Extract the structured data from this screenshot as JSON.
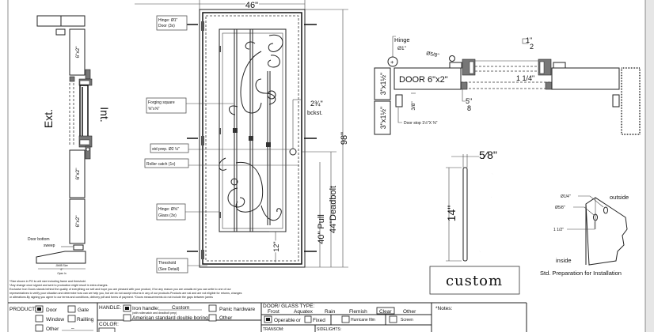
{
  "top_dimension": "46\"",
  "side_section": {
    "exterior_label": "Ext.",
    "interior_label": "Int.",
    "tube_labels": [
      "6\"x2\"",
      "6\"x2\"",
      "6\"x2\""
    ],
    "sweep_label": [
      "Door bottom",
      "sweep"
    ],
    "jamb_label": [
      "JAMB Size",
      "6\"",
      "Open In"
    ]
  },
  "front_elevation": {
    "callouts": {
      "hinge_door": [
        "Hinge: Ø1\"",
        "Door (3x)"
      ],
      "forging_square": [
        "Forging square",
        "⅝\"x⅝\""
      ],
      "std_prep": "std prep. Ø2 ⅛\"",
      "roller_catch": "Roller catch  (1x)",
      "hinge_glass": [
        "Hinge: Ø⅝\"",
        "Glass (3x)"
      ],
      "threshold": [
        "Threshold",
        "(See Detail)"
      ]
    },
    "dimensions": {
      "backset": "2¾\"",
      "backset_label": "bckst.",
      "height": "98\"",
      "pull": "40\" Pull",
      "deadbolt": "44\"Deadbolt",
      "bottom_rail": "12\""
    }
  },
  "plan_view": {
    "hinge": [
      "Hinge",
      "Ø1\""
    ],
    "glass_hinge": "Ø5/8\"",
    "glass_stop": [
      "1\"",
      "2"
    ],
    "door_tube": "DOOR 6\"x2\"",
    "frame_tubes": [
      "3\"x1½\"",
      "3\"x1½\""
    ],
    "gap": "3/8\"",
    "door_stop": "Door stop  1½\"X ⅜\"",
    "glass_bead": [
      "5\"",
      "8"
    ],
    "offset": "1 1/4\""
  },
  "picket_detail": {
    "width": "5⁄8\"",
    "length": "14\"",
    "style_label": "custom"
  },
  "bracket_detail": {
    "hole_small": "Ø1/4\"",
    "hole_large": "Ø5/8\"",
    "spacing": "1 1/2\"",
    "outside": "outside",
    "inside": "inside",
    "caption": "Std. Preparation for Installation"
  },
  "notes_text": [
    "*Size shown in PO is unit size including frame and threshold.",
    "*Any change once signed and sent to production might result in extra charges.",
    "Exclusive Iron Doors stands behind the quality of everything we sell and hope you are pleased with your product, if for any reason you are unsatis   ed you can write to one of our",
    "representatives to verify your situation and determine how can we help you, but we do not accept returns in any of our products.Products are    nal and are not eligible for returns, changes",
    "or alterations.By signing you agree to our terms and conditions, delivery pdf and forms of payment. *Doors measurements do not include the gaps between jambs"
  ],
  "order_form": {
    "product": {
      "label": "PRODUCT:",
      "options": [
        {
          "label": "Door",
          "checked": true
        },
        {
          "label": "Gate",
          "checked": false
        },
        {
          "label": "Window",
          "checked": false
        },
        {
          "label": "Railling",
          "checked": false
        },
        {
          "label": "Other",
          "checked": false
        }
      ],
      "other_value": "–"
    },
    "handle": {
      "label": "HANDLE:",
      "iron_handle": {
        "label": "Iron handle:",
        "value": "Custom",
        "note": "(with rollercatch and deadbolt prep)",
        "checked": true
      },
      "american": {
        "label": "American standard double boring",
        "checked": false
      },
      "panic": {
        "label": "Panic hardware",
        "checked": false
      },
      "other": {
        "label": "Other",
        "checked": false
      }
    },
    "color": {
      "label": "COLOR:"
    },
    "glass": {
      "label": "DOOR/ GLASS TYPE:",
      "types": [
        "Frost",
        "Aquatex",
        "Rain",
        "Flemish",
        "Clear",
        "Other"
      ],
      "selected": "Clear",
      "operable": {
        "label": "Operable",
        "checked": true
      },
      "or": "or",
      "fixed": {
        "label": "Fixed",
        "checked": false
      },
      "hurricane": {
        "label": "Hurricane film",
        "checked": false
      },
      "screen": {
        "label": "Screen",
        "checked": false
      },
      "transom": "TRANSOM:",
      "sidelights": "SIDELIGHTS:"
    },
    "notes": {
      "label": "*Notes:"
    }
  }
}
